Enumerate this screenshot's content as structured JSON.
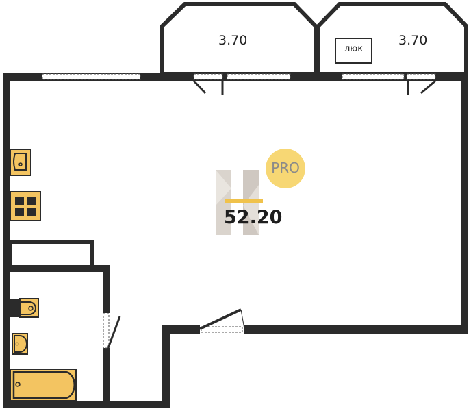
{
  "plan": {
    "main_area": "52.20",
    "balconies": [
      {
        "area": "3.70"
      },
      {
        "area": "3.70",
        "hatch_label": "люк"
      }
    ],
    "logo": {
      "badge": "PRO",
      "letter": "H"
    },
    "colors": {
      "wall": "#2b2b2b",
      "fixture": "#f3c461",
      "badge": "#f7d774"
    }
  }
}
